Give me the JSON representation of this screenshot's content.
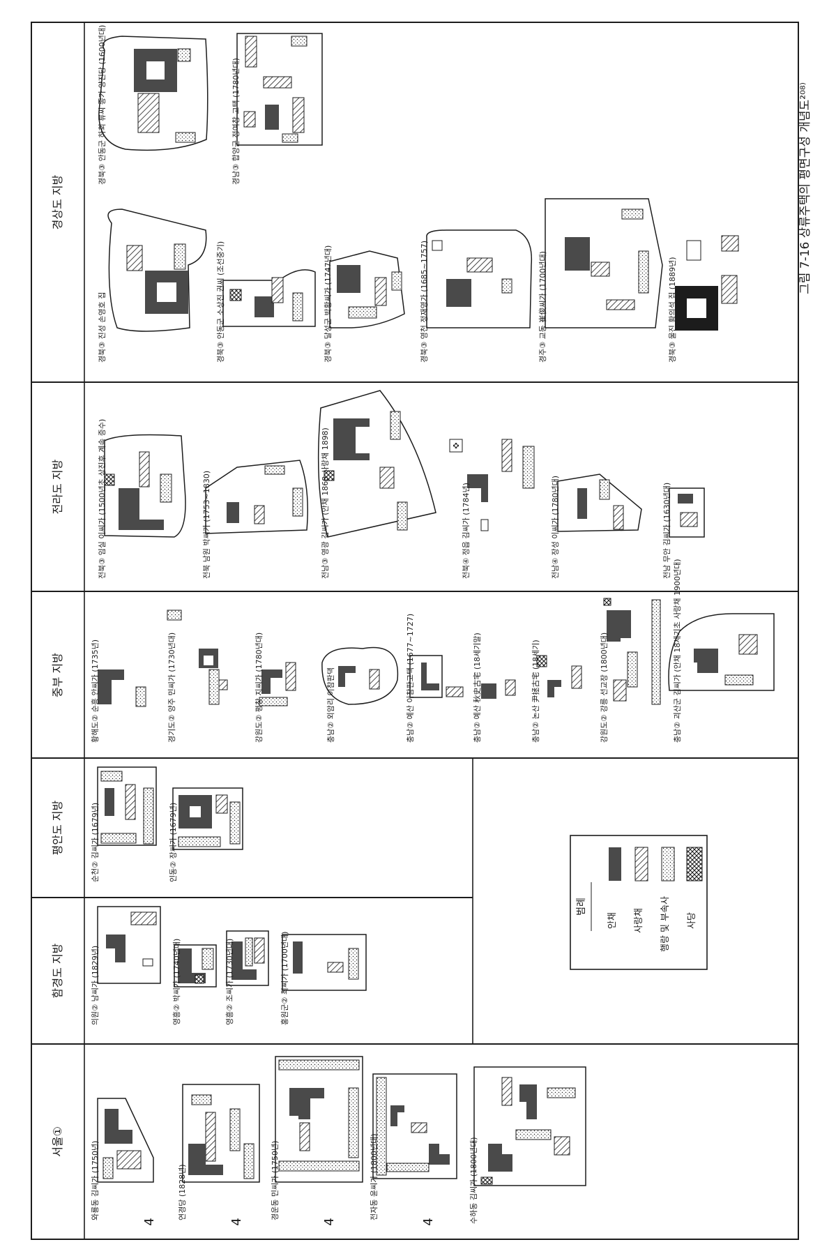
{
  "figure": {
    "caption": "그림 7-16  상류주택의 평면구성 개념도²⁰⁸⁾"
  },
  "regions": [
    {
      "key": "seoul",
      "title": "서울①",
      "houses": [
        {
          "label": "와룡동 김씨가 (1750년)",
          "number": "4"
        },
        {
          "label": "연경당 (1828년)",
          "number": "4"
        },
        {
          "label": "경운동 민씨가 (1750년)",
          "number": "4"
        },
        {
          "label": "전자동 윤씨가 (1800년대)",
          "number": "4"
        },
        {
          "label": "수하동 김씨가 (1800년대)",
          "number": ""
        }
      ]
    },
    {
      "key": "hamgyeong",
      "title": "함경도 지방",
      "houses": [
        {
          "label": "의원② 남씨가 (1829년)",
          "number": ""
        },
        {
          "label": "영흥② 박씨가 (1740년대)",
          "number": ""
        },
        {
          "label": "영흥② 조씨가 (1730년대)",
          "number": ""
        },
        {
          "label": "홍원군② 최씨가 (1700년대)",
          "number": ""
        }
      ]
    },
    {
      "key": "pyeongan",
      "title": "평안도 지방",
      "houses": [
        {
          "label": "순천② 김씨가 (1679년)",
          "number": ""
        },
        {
          "label": "인동② 장씨가 (1679년)",
          "number": ""
        }
      ]
    },
    {
      "key": "jungbu",
      "title": "중부 지방",
      "houses": [
        {
          "label": "황해도② 순흥 안씨가 (1735년)",
          "number": ""
        },
        {
          "label": "경기도② 양주 민씨가 (1730년대)",
          "number": ""
        },
        {
          "label": "강원도② 평창 지씨가 (1780년대)",
          "number": ""
        },
        {
          "label": "충남② 외암리 이참판댁",
          "number": ""
        },
        {
          "label": "충남② 예산 이참판고택 (1677~1727)",
          "number": ""
        },
        {
          "label": "충남② 예산 秋史古宅 (18세기말)",
          "number": ""
        },
        {
          "label": "충남② 논산 尹拯古宅 (18세기)",
          "number": ""
        },
        {
          "label": "강원도② 강릉 선교장 (1800년대)",
          "number": ""
        },
        {
          "label": "충남② 괴산군 김씨가 (안채 18세기초 사랑채 1900년대)",
          "number": ""
        }
      ]
    },
    {
      "key": "jeolla",
      "title": "전라도 지방",
      "houses": [
        {
          "label": "전북③ 임실 이씨가 (1500년초 상진후 계속 증수)",
          "number": ""
        },
        {
          "label": "전북 남원 박씨가 (1753~1830)",
          "number": ""
        },
        {
          "label": "전남③ 영광 김씨가 (안채 1868 사랑채 1898)",
          "number": ""
        },
        {
          "label": "전북④ 정읍 김씨가 (1784년)",
          "number": ""
        },
        {
          "label": "전남④ 장성 이씨가 (1780년대)",
          "number": ""
        },
        {
          "label": "전남 무안 김씨가 (1630년대)",
          "number": ""
        }
      ]
    },
    {
      "key": "gyeongsang",
      "title": "경상도 지방",
      "houses": [
        {
          "label": "경북③ 안동군 하회 류씨 종가 양진당 (1600년대)",
          "number": ""
        },
        {
          "label": "경북③ 안동군 소상진 권씨 (조선중기)",
          "number": ""
        },
        {
          "label": "경북③ 달성군 박황씨가 (1747년대)",
          "number": ""
        },
        {
          "label": "경북③ 영천 정재영가 (1685~1757)",
          "number": ""
        },
        {
          "label": "경주③ 교동 崔俊씨가 (1700년대)",
          "number": ""
        },
        {
          "label": "경북③ 울진 황의석 집 (1889년)",
          "number": ""
        },
        {
          "label": "경북③ 진성 손영호 집",
          "number": ""
        },
        {
          "label": "경남③ 합양군 정여창 고택 (1780년대)",
          "number": ""
        }
      ]
    }
  ],
  "legend": {
    "title": "범례",
    "items": [
      {
        "key": "anchae",
        "label": "안채",
        "pattern": "solid"
      },
      {
        "key": "sarangchae",
        "label": "사랑채",
        "pattern": "hatch"
      },
      {
        "key": "haengnang",
        "label": "행랑 및 부속사",
        "pattern": "dots"
      },
      {
        "key": "sadang",
        "label": "사당",
        "pattern": "crosshatch"
      }
    ]
  },
  "colors": {
    "ink": "#1c1c1c",
    "solid_fill": "#4a4a4a",
    "paper": "#ffffff"
  }
}
